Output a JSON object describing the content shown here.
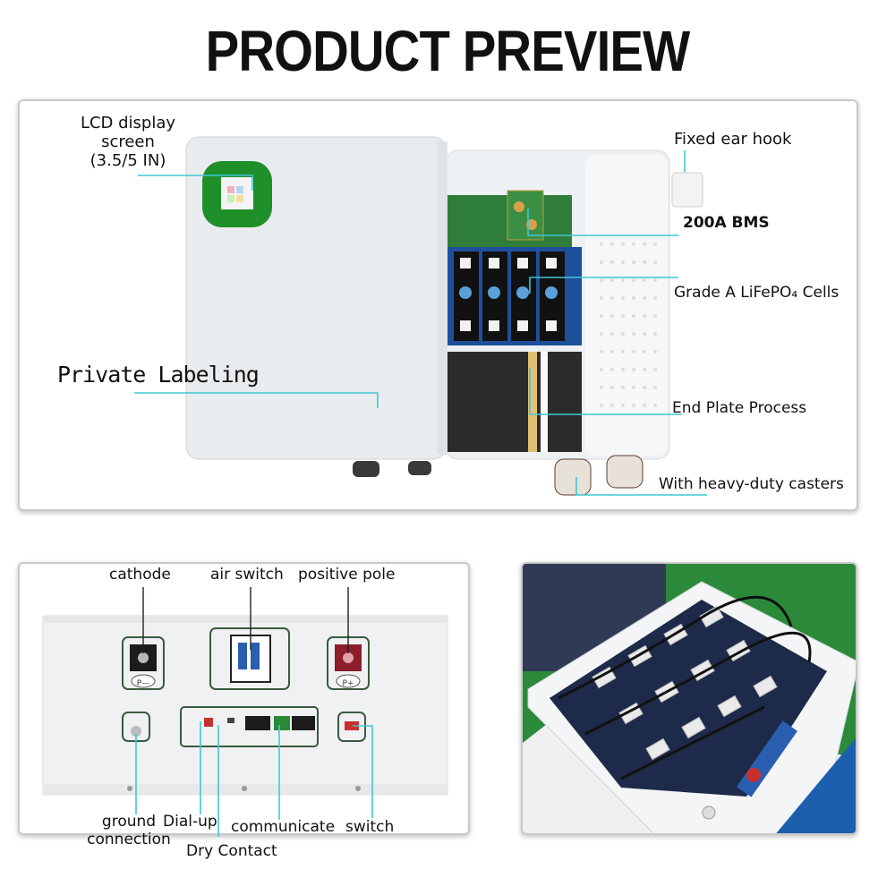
{
  "title": "PRODUCT PREVIEW",
  "top_panel": {
    "lcd_line1": "LCD display",
    "lcd_line2": "screen",
    "lcd_line3": "(3.5/5 IN)",
    "private_labeling": "Private Labeling",
    "fixed_ear_hook": "Fixed ear hook",
    "bms": "200A BMS",
    "cells": "Grade A LiFePO₄ Cells",
    "end_plate": "End Plate Process",
    "casters": "With heavy-duty casters"
  },
  "ports_panel": {
    "cathode": "cathode",
    "air_switch": "air switch",
    "positive_pole": "positive pole",
    "ground_line1": "ground",
    "ground_line2": "connection",
    "dial_up": "Dial-up",
    "communicate": "communicate",
    "switch": "switch",
    "dry_contact": "Dry Contact",
    "p_minus": "P—",
    "p_plus": "P+"
  },
  "colors": {
    "accent_line": "#3fc8d4",
    "lcd_green": "#1f8f2a",
    "cell_blue": "#2a5fb0",
    "pole_red": "#8b1e2a"
  }
}
